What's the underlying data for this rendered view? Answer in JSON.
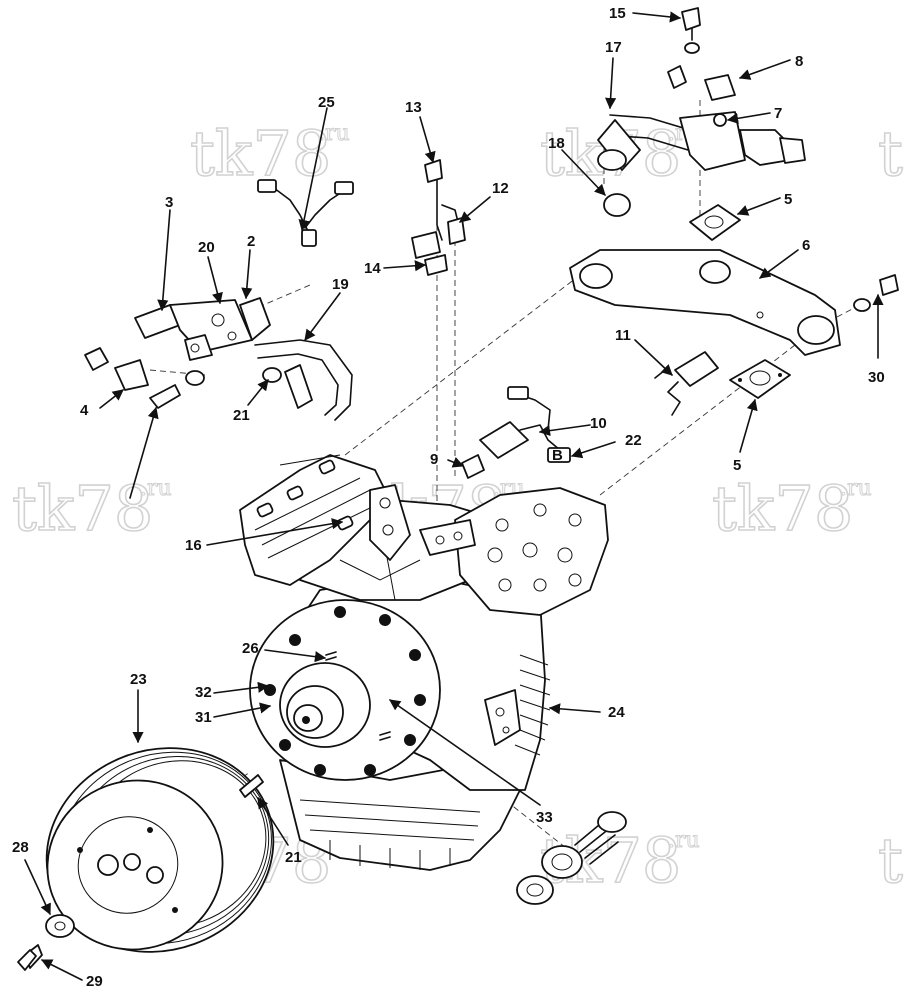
{
  "watermark": {
    "main": "tk78",
    "suffix": ".ru"
  },
  "callouts": {
    "c2": "2",
    "c3": "3",
    "c4": "4",
    "c5a": "5",
    "c5b": "5",
    "c6": "6",
    "c7": "7",
    "c8": "8",
    "c9": "9",
    "c10": "10",
    "c11": "11",
    "c12": "12",
    "c13": "13",
    "c14": "14",
    "c15": "15",
    "c16": "16",
    "c17": "17",
    "c18": "18",
    "c19": "19",
    "c20": "20",
    "c21a": "21",
    "c21b": "21",
    "c22": "22",
    "c23": "23",
    "c24": "24",
    "c25": "25",
    "c26": "26",
    "c28": "28",
    "c29": "29",
    "c30": "30",
    "c31": "31",
    "c32": "32",
    "c33": "33"
  },
  "connector_label": "B"
}
